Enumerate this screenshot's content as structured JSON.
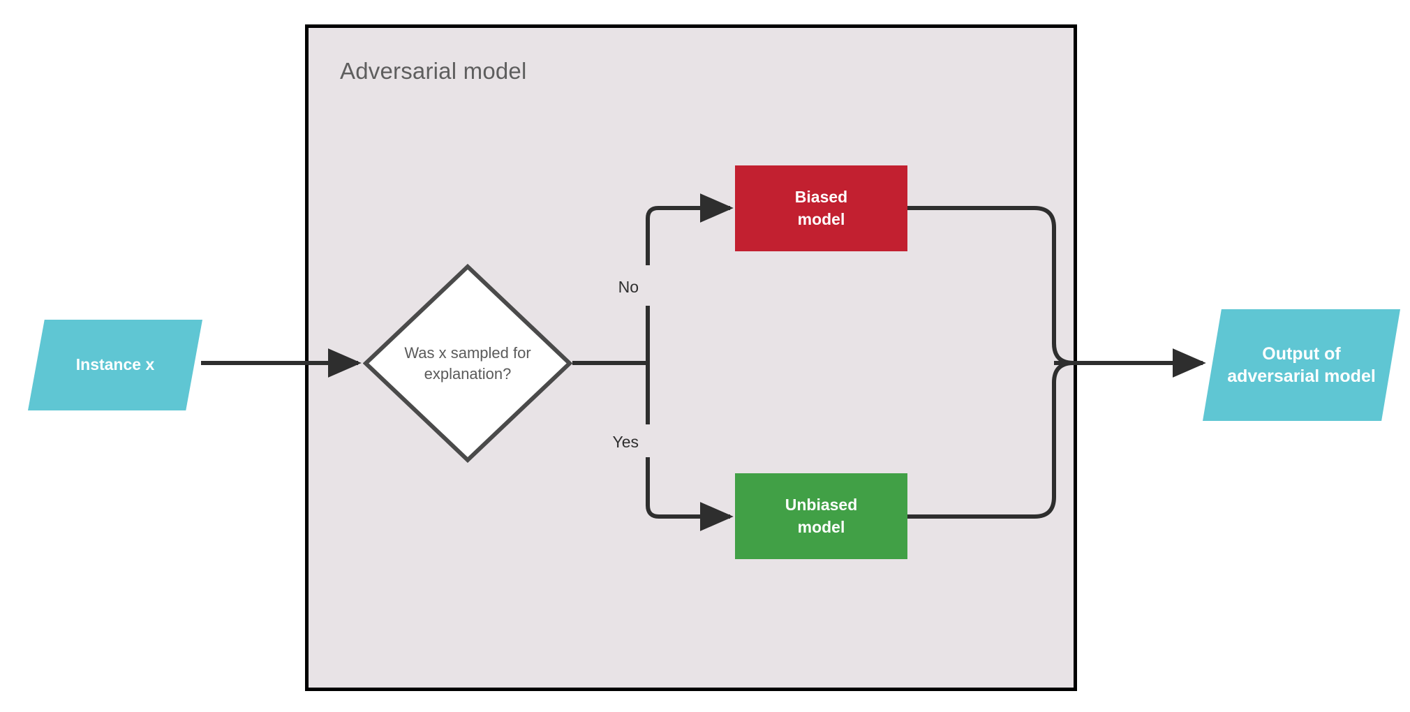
{
  "diagram": {
    "type": "flowchart",
    "title": "Adversarial model",
    "background_color": "#FFFFFF"
  },
  "container": {
    "label": "Adversarial model",
    "fill_color": "#E8E3E6",
    "border_color": "#000000",
    "text_color": "#5E5E5E"
  },
  "nodes": {
    "instance": {
      "label": "Instance x",
      "shape": "parallelogram",
      "fill_color": "#5FC6D3",
      "text_color": "#FFFFFF"
    },
    "decision": {
      "line1": "Was x sampled for",
      "line2": "explanation?",
      "label": "Was x sampled for explanation?",
      "shape": "diamond",
      "fill_color": "#FFFFFF",
      "border_color": "#4A4A4A",
      "text_color": "#5A5A5A"
    },
    "biased": {
      "line1": "Biased",
      "line2": "model",
      "label": "Biased model",
      "shape": "rectangle",
      "fill_color": "#C22030",
      "text_color": "#FFFFFF"
    },
    "unbiased": {
      "line1": "Unbiased",
      "line2": "model",
      "label": "Unbiased model",
      "shape": "rectangle",
      "fill_color": "#41A046",
      "text_color": "#FFFFFF"
    },
    "output": {
      "line1": "Output of",
      "line2": "adversarial model",
      "label": "Output of adversarial model",
      "shape": "parallelogram",
      "fill_color": "#5FC6D3",
      "text_color": "#FFFFFF"
    }
  },
  "edges": {
    "color": "#2E2E2E",
    "branch_no": "No",
    "branch_yes": "Yes",
    "list": [
      {
        "from": "instance",
        "to": "decision",
        "label": ""
      },
      {
        "from": "decision",
        "to": "biased",
        "label": "No"
      },
      {
        "from": "decision",
        "to": "unbiased",
        "label": "Yes"
      },
      {
        "from": "biased",
        "to": "output",
        "label": ""
      },
      {
        "from": "unbiased",
        "to": "output",
        "label": ""
      }
    ]
  }
}
